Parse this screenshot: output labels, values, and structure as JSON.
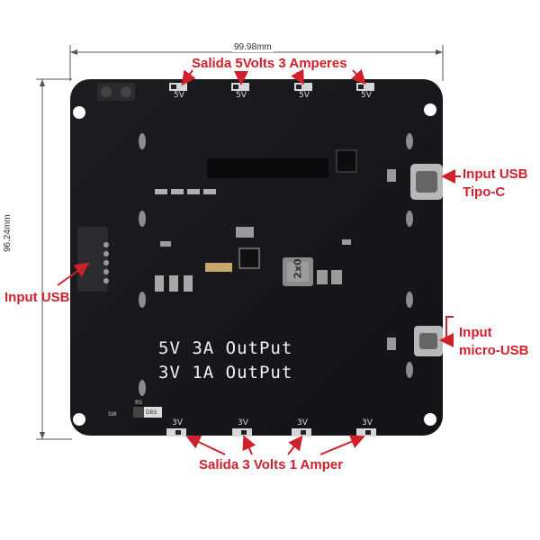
{
  "dimensions": {
    "width_label": "99.98mm",
    "height_label": "96.24mm"
  },
  "annotations": {
    "top": "Salida 5Volts 3 Amperes",
    "input_usb_c_line1": "Input USB",
    "input_usb_c_line2": "Tipo-C",
    "input_usb_left": "Input USB",
    "input_micro_line1": "Input",
    "input_micro_line2": "micro-USB",
    "bottom": "Salida 3 Volts 1 Amper"
  },
  "board": {
    "silk_line1": "5V 3A OutPut",
    "silk_line2": "3V 1A OutPut",
    "top_pin_labels": [
      "5V",
      "5V",
      "5V",
      "5V"
    ],
    "bottom_pin_labels": [
      "3V",
      "3V",
      "3V",
      "3V"
    ],
    "chip_marking": "2x0",
    "tiny_labels": [
      "SW",
      "RS",
      "DBS"
    ]
  },
  "colors": {
    "annotation": "#d0202b",
    "board": "#17181b",
    "dimension_line": "#555555"
  }
}
